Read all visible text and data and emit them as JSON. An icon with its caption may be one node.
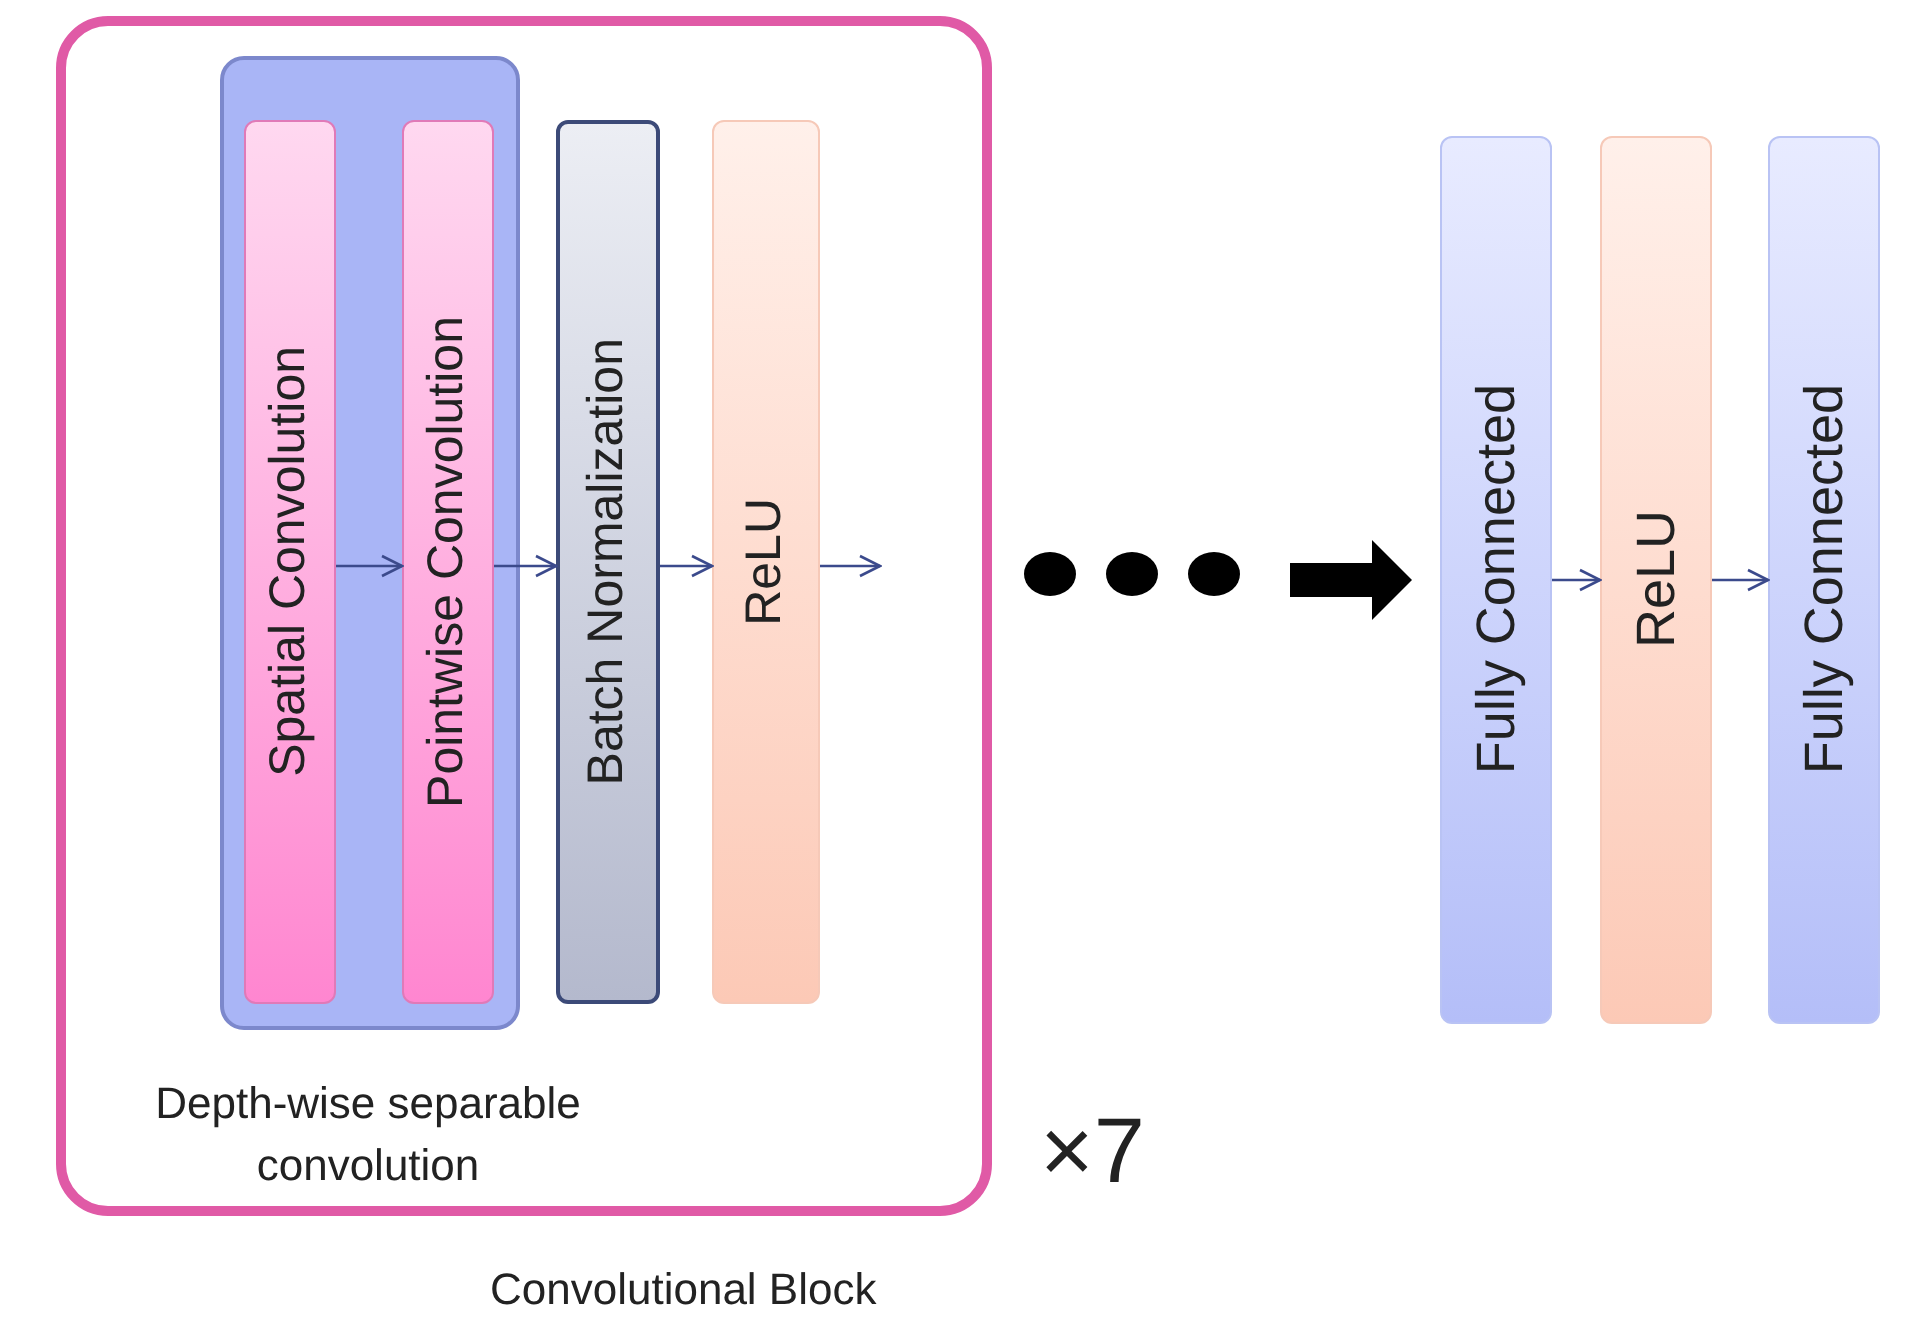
{
  "diagram": {
    "nodes": [
      {
        "text": [
          "Convolutional Block"
        ]
      },
      {
        "text": [
          "Depth-wise separable convolution"
        ],
        "in": 0
      },
      {
        "text": [
          "Spatial Convolution"
        ],
        "in": 1
      },
      {
        "text": [
          "Pointwise Convolution"
        ],
        "in": 1
      },
      {
        "text": [
          "Batch Normalization"
        ],
        "in": 0
      },
      {
        "text": [
          "ReLU"
        ],
        "in": 0
      },
      {
        "text": [
          "Fully Connected"
        ]
      },
      {
        "text": [
          "ReLU"
        ]
      },
      {
        "text": [
          "Fully Connected"
        ]
      }
    ],
    "edges": [
      {
        "from": 2,
        "to": 3,
        "arrow": "to"
      },
      {
        "from": 3,
        "to": 4,
        "arrow": "to"
      },
      {
        "from": 4,
        "to": 5,
        "arrow": "to"
      },
      {
        "from": 5,
        "to": null,
        "arrow": "to"
      },
      {
        "from": null,
        "to": 6,
        "arrow": "to",
        "style": "thick",
        "color": "#000000"
      },
      {
        "from": 6,
        "to": 7,
        "arrow": "to"
      },
      {
        "from": 7,
        "to": 8,
        "arrow": "to"
      }
    ],
    "labels": [
      "×7"
    ]
  }
}
